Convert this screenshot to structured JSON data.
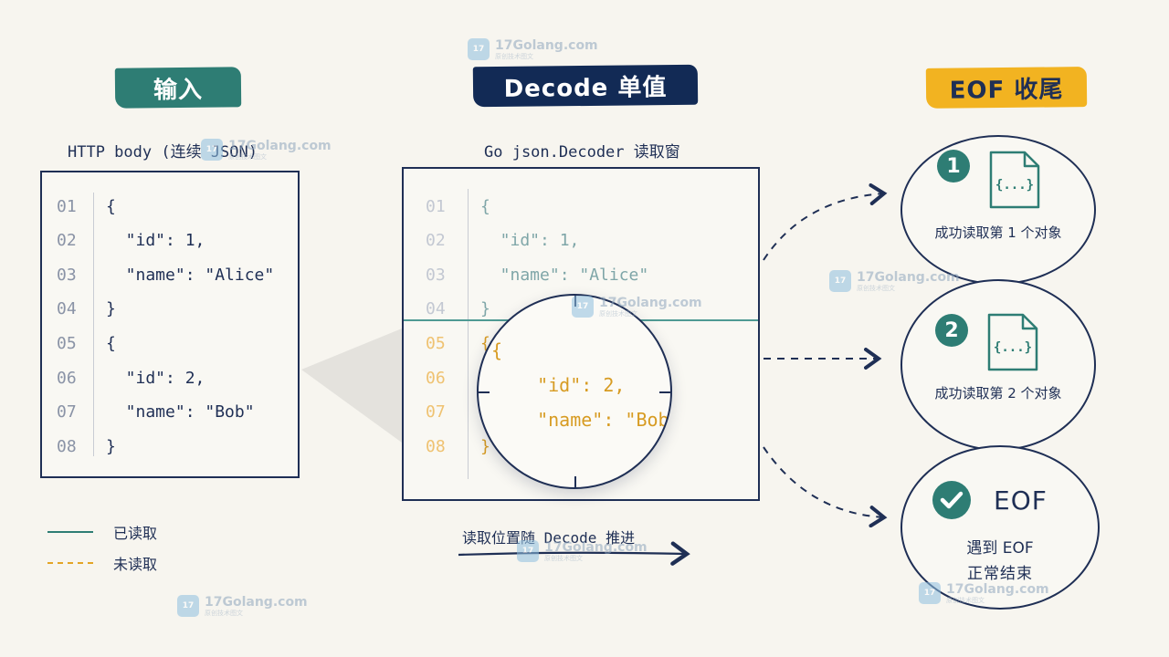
{
  "headers": {
    "input": "输入",
    "decode": "Decode 单值",
    "eof": "EOF 收尾"
  },
  "captions": {
    "input": "HTTP body (连续 JSON)",
    "decode": "Go json.Decoder 读取窗"
  },
  "input_code": [
    {
      "ln": "01",
      "text": "{"
    },
    {
      "ln": "02",
      "text": "  \"id\": 1,"
    },
    {
      "ln": "03",
      "text": "  \"name\": \"Alice\""
    },
    {
      "ln": "04",
      "text": "}"
    },
    {
      "ln": "05",
      "text": "{"
    },
    {
      "ln": "06",
      "text": "  \"id\": 2,"
    },
    {
      "ln": "07",
      "text": "  \"name\": \"Bob\""
    },
    {
      "ln": "08",
      "text": "}"
    }
  ],
  "decode_code": [
    {
      "ln": "01",
      "text": "{",
      "state": "read"
    },
    {
      "ln": "02",
      "text": "  \"id\": 1,",
      "state": "read"
    },
    {
      "ln": "03",
      "text": "  \"name\": \"Alice\"",
      "state": "read"
    },
    {
      "ln": "04",
      "text": "}",
      "state": "read"
    },
    {
      "ln": "05",
      "text": "{",
      "state": "unread"
    },
    {
      "ln": "06",
      "text": "  \"id\": 2,",
      "state": "unread"
    },
    {
      "ln": "07",
      "text": "  \"name\": \"Bob\"",
      "state": "unread"
    },
    {
      "ln": "08",
      "text": "}",
      "state": "unread"
    }
  ],
  "lens_code": [
    "{",
    "  \"id\": 2,",
    "  \"name\": \"Bob\""
  ],
  "legend": {
    "read": "已读取",
    "unread": "未读取"
  },
  "progress_label": "读取位置随 Decode 推进",
  "results": {
    "first": {
      "badge": "1",
      "icon_text": "{...}",
      "label": "成功读取第 1 个对象"
    },
    "second": {
      "badge": "2",
      "icon_text": "{...}",
      "label": "成功读取第 2 个对象"
    },
    "eof": {
      "title": "EOF",
      "line1": "遇到 EOF",
      "line2": "正常结束"
    }
  },
  "watermark": {
    "main": "17Golang.com",
    "sub": "原创技术图文"
  },
  "colors": {
    "navy": "#1f2f55",
    "teal": "#2e7d74",
    "amber": "#f2b321",
    "unread_text": "#d79b22",
    "background": "#f7f5ef"
  }
}
